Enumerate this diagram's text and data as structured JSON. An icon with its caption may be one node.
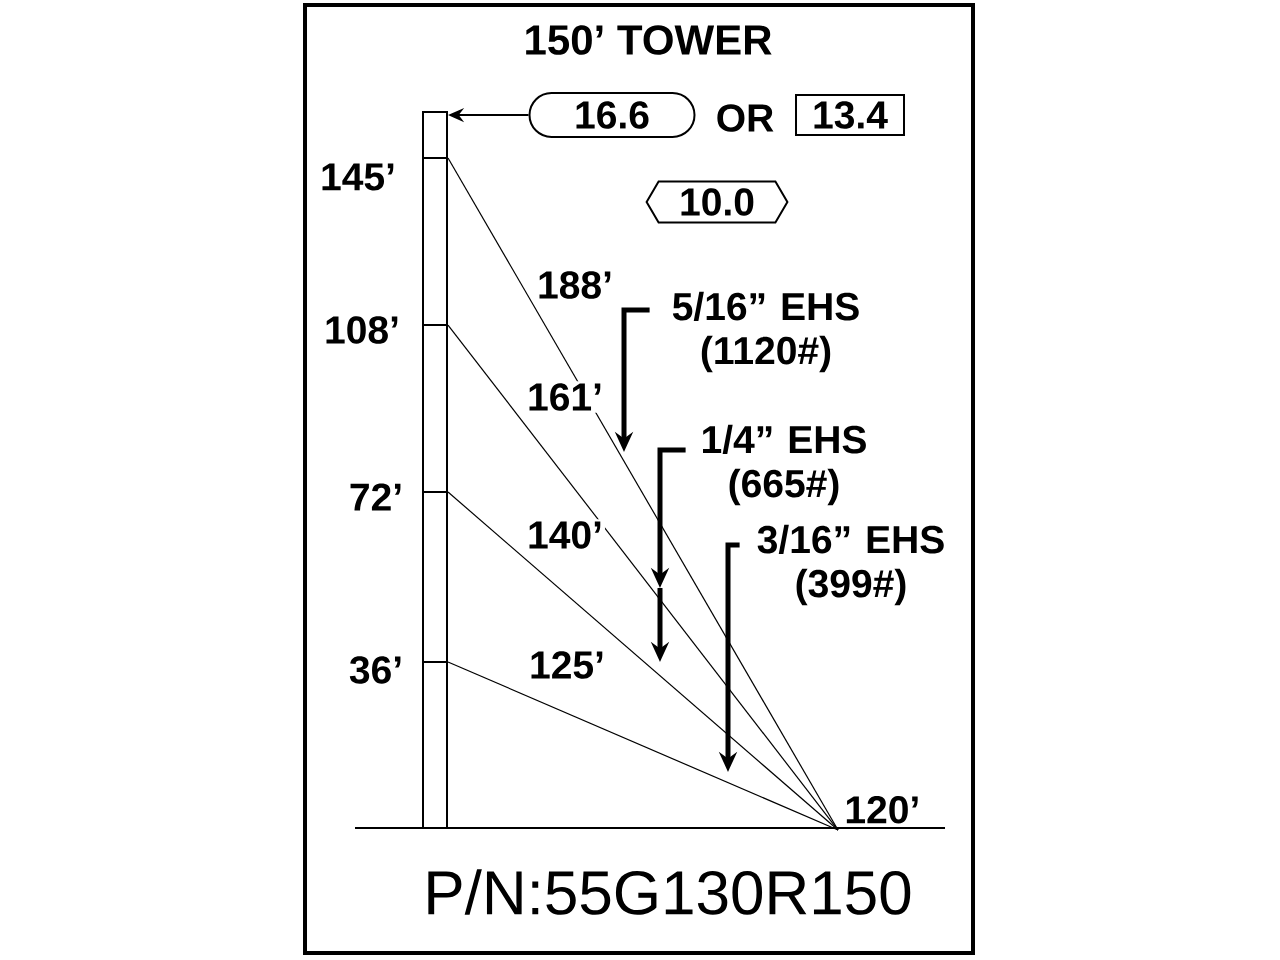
{
  "diagram": {
    "title": "150’ TOWER",
    "nodes": [
      {
        "text": [],
        "shape": "bar",
        "beside": [
          "145’",
          "108’",
          "72’",
          "36’"
        ]
      },
      {
        "text": [
          "16.6"
        ]
      },
      {
        "text": [
          "13.4"
        ]
      },
      {
        "text": [
          "10.0"
        ]
      },
      {
        "text": [
          "120’"
        ]
      },
      {
        "text": [
          "5/16” EHS (1120#)"
        ]
      },
      {
        "text": [
          "1/4” EHS (665#)"
        ]
      },
      {
        "text": [
          "3/16” EHS (399#)"
        ]
      }
    ],
    "edges": [
      {
        "from": 1,
        "to": 0,
        "arrow": "to"
      },
      {
        "from": 0,
        "to": 4,
        "arrow": "none",
        "label": "188’"
      },
      {
        "from": 0,
        "to": 4,
        "arrow": "none",
        "label": "161’"
      },
      {
        "from": 0,
        "to": 4,
        "arrow": "none",
        "label": "140’"
      },
      {
        "from": 0,
        "to": 4,
        "arrow": "none",
        "label": "125’"
      },
      {
        "from": 5,
        "to": null,
        "arrow": "to",
        "style": "thick"
      },
      {
        "from": 6,
        "to": null,
        "arrow": "to",
        "style": "thick"
      },
      {
        "from": 7,
        "to": null,
        "arrow": "to",
        "style": "thick"
      }
    ],
    "labels": [
      "OR",
      "P/N:55G130R150"
    ]
  }
}
